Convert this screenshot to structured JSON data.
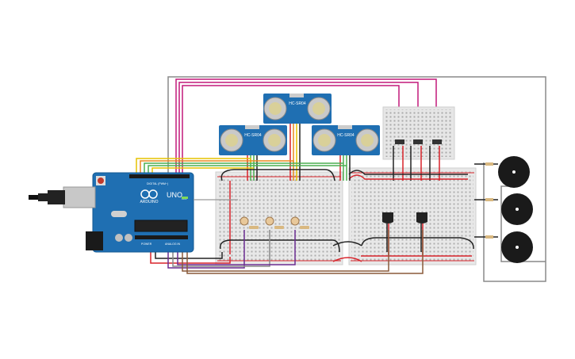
{
  "arduino": {
    "brand_mark": "ARDUINO",
    "model": "UNO",
    "led_label": "ON",
    "digital_label": "DIGITAL (PWM~)",
    "power_label": "POWER",
    "analog_label": "ANALOG IN"
  },
  "sensors": [
    {
      "label": "HC-SR04"
    },
    {
      "label": "HC-SR04"
    },
    {
      "label": "HC-SR04"
    }
  ],
  "colors": {
    "board": "#1f6fb2",
    "breadboard": "#e8e8e8",
    "wire_red": "#d8232a",
    "wire_black": "#222222",
    "wire_magenta": "#c2187a",
    "wire_orange": "#e8891e",
    "wire_brown": "#8a5a3a",
    "wire_purple": "#6a2c91",
    "wire_green": "#4caf50",
    "wire_yellow": "#e6c200",
    "wire_gray": "#888888",
    "buzzer": "#1a1a1a"
  }
}
